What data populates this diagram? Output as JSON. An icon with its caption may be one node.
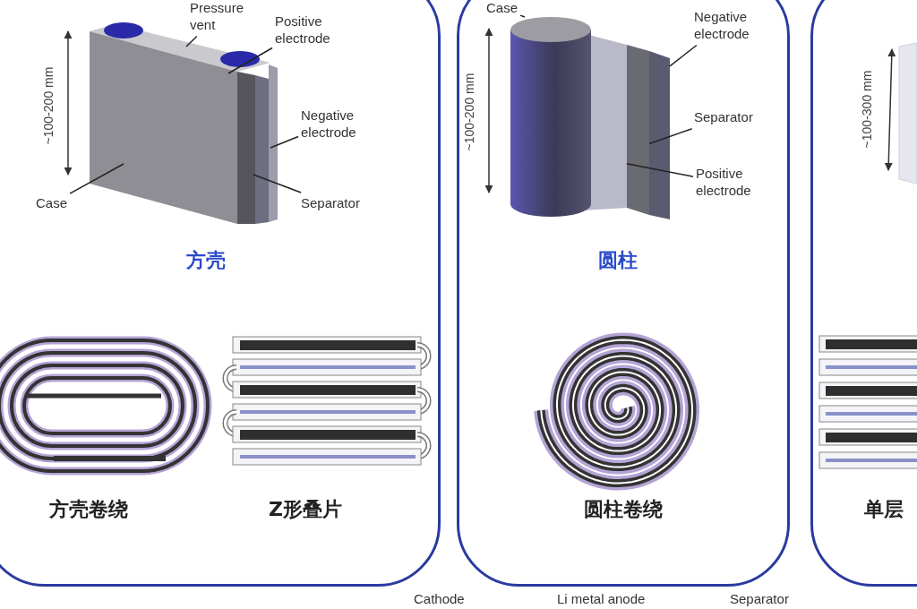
{
  "diagram": {
    "nodes": [
      {
        "text": [
          "方壳"
        ]
      },
      {
        "text": [
          "Pressure vent"
        ],
        "in": 0
      },
      {
        "text": [
          "Positive electrode"
        ],
        "in": 0
      },
      {
        "text": [
          "Negative electrode"
        ],
        "in": 0
      },
      {
        "text": [
          "Case"
        ],
        "in": 0
      },
      {
        "text": [
          "Separator"
        ],
        "in": 0
      },
      {
        "text": [
          "圆柱"
        ]
      },
      {
        "text": [
          "Case"
        ],
        "in": 6
      },
      {
        "text": [
          "Negative electrode"
        ],
        "in": 6
      },
      {
        "text": [
          "Separator"
        ],
        "in": 6
      },
      {
        "text": [
          "Positive electrode"
        ],
        "in": 6
      },
      {
        "text": [],
        "shape": "box"
      },
      {
        "text": [],
        "shape": "bar",
        "in": 6
      },
      {
        "text": [],
        "shape": "bar",
        "in": 6
      },
      {
        "text": [],
        "shape": "bar",
        "in": 6
      },
      {
        "text": [],
        "shape": "cylinder",
        "in": 6
      }
    ],
    "edges": [
      {
        "from": 1,
        "to": null,
        "arrow": "none"
      },
      {
        "from": 2,
        "to": null,
        "arrow": "none"
      },
      {
        "from": 3,
        "to": null,
        "arrow": "none"
      },
      {
        "from": 4,
        "to": null,
        "arrow": "none"
      },
      {
        "from": 5,
        "to": null,
        "arrow": "none"
      },
      {
        "from": 7,
        "to": 15,
        "arrow": "none"
      },
      {
        "from": 8,
        "to": 14,
        "arrow": "none"
      },
      {
        "from": 9,
        "to": 13,
        "arrow": "none"
      },
      {
        "from": 10,
        "to": 12,
        "arrow": "none"
      }
    ],
    "labels": [
      "~100-200 mm",
      "方壳卷绕",
      "Z形叠片",
      "~100-200 mm",
      "圆柱卷绕",
      "~100-300 mm",
      "单层",
      "Cathode",
      "Li metal anode",
      "Separator"
    ]
  }
}
